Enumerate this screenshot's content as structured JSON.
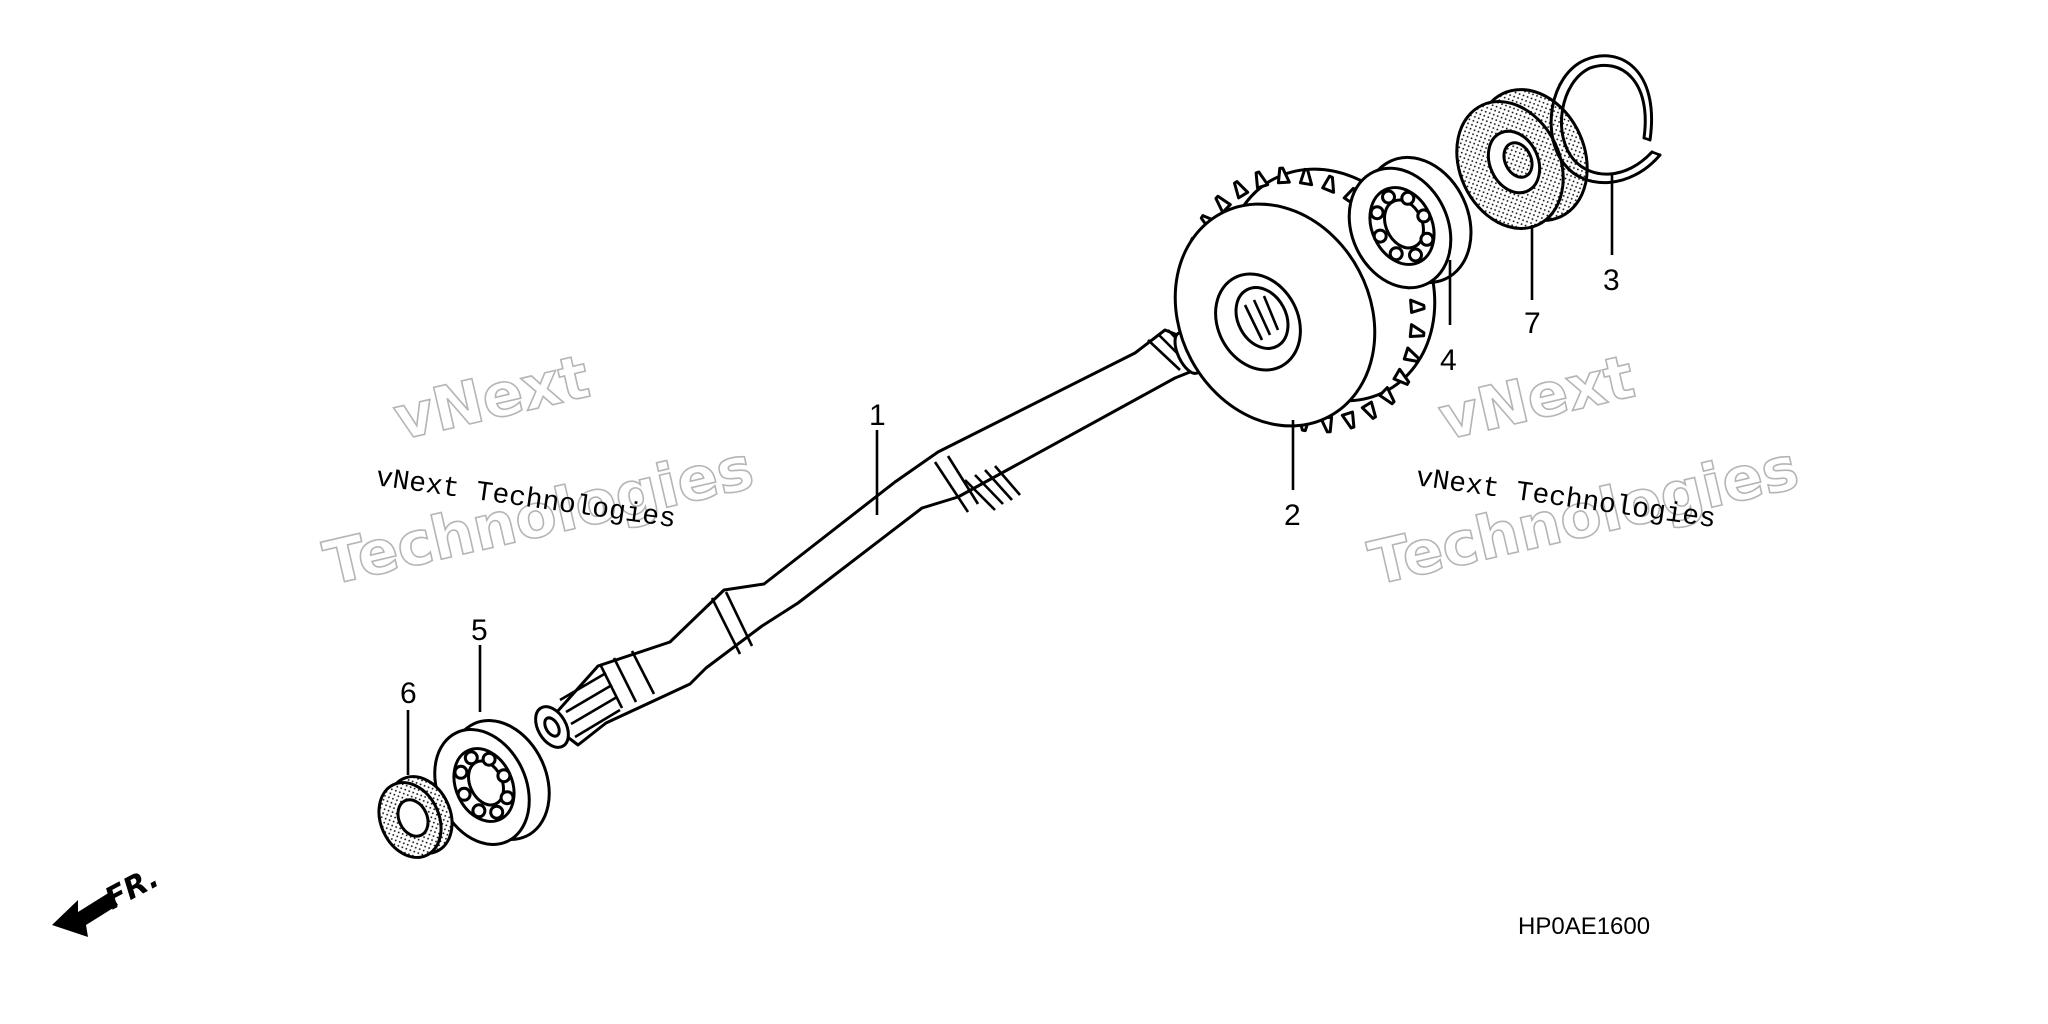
{
  "diagram": {
    "callouts": [
      {
        "label": "1"
      },
      {
        "label": "2"
      },
      {
        "label": "3"
      },
      {
        "label": "4"
      },
      {
        "label": "5"
      },
      {
        "label": "6"
      },
      {
        "label": "7"
      }
    ],
    "watermarks": [
      {
        "top": "vNext",
        "middle": "vNext Technologies",
        "bottom": "Technologies"
      },
      {
        "top": "vNext",
        "middle": "vNext Technologies",
        "bottom": "Technologies"
      }
    ],
    "part_code": "HP0AE1600",
    "direction_label": "FR."
  }
}
